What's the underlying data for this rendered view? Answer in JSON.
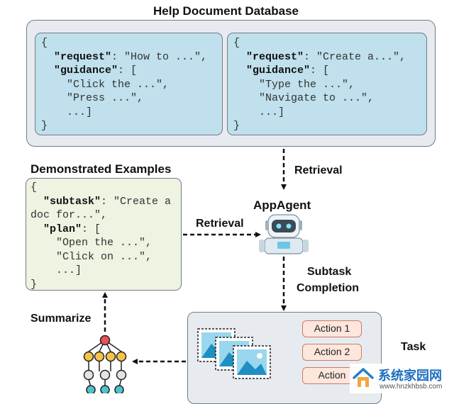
{
  "titles": {
    "database": "Help Document Database",
    "demonstrated": "Demonstrated Examples",
    "agent": "AppAgent",
    "task": "Task"
  },
  "edges": {
    "retrieval_1": "Retrieval",
    "retrieval_2": "Retrieval",
    "subtask_1": "Subtask",
    "subtask_2": "Completion",
    "summarize": "Summarize"
  },
  "doc_left": {
    "l1": "{",
    "l2_key": "\"request\"",
    "l2_val": ": \"How to ...\",",
    "l3_key": "\"guidance\"",
    "l3_val": ": [",
    "l4": "\"Click the ...\",",
    "l5": "\"Press ...\",",
    "l6": "...]",
    "l7": "}"
  },
  "doc_right": {
    "l1": "{",
    "l2_key": "\"request\"",
    "l2_val": ": \"Create a...\",",
    "l3_key": "\"guidance\"",
    "l3_val": ": [",
    "l4": "\"Type the ...\",",
    "l5": "\"Navigate to ...\",",
    "l6": "...]",
    "l7": "}"
  },
  "demo": {
    "l1": "{",
    "l2_key": "\"subtask\"",
    "l2_val": ": \"Create a",
    "l3": "doc for...\",",
    "l4_key": "\"plan\"",
    "l4_val": ": [",
    "l5": "\"Open the ...\",",
    "l6": "\"Click on ...\",",
    "l7": "...]",
    "l8": "}"
  },
  "actions": [
    "Action 1",
    "Action 2",
    "Action"
  ],
  "watermark": {
    "text": "系统家园网",
    "url": "www.hnzkhbsb.com"
  },
  "icons": [
    "robot-icon",
    "images-icon",
    "network-icon"
  ],
  "colors": {
    "db_card": "#bfe0ec",
    "demo_card": "#eef3e2",
    "action_fill": "#fde6dc",
    "action_border": "#c97a6c",
    "panel": "#e7ebef"
  }
}
